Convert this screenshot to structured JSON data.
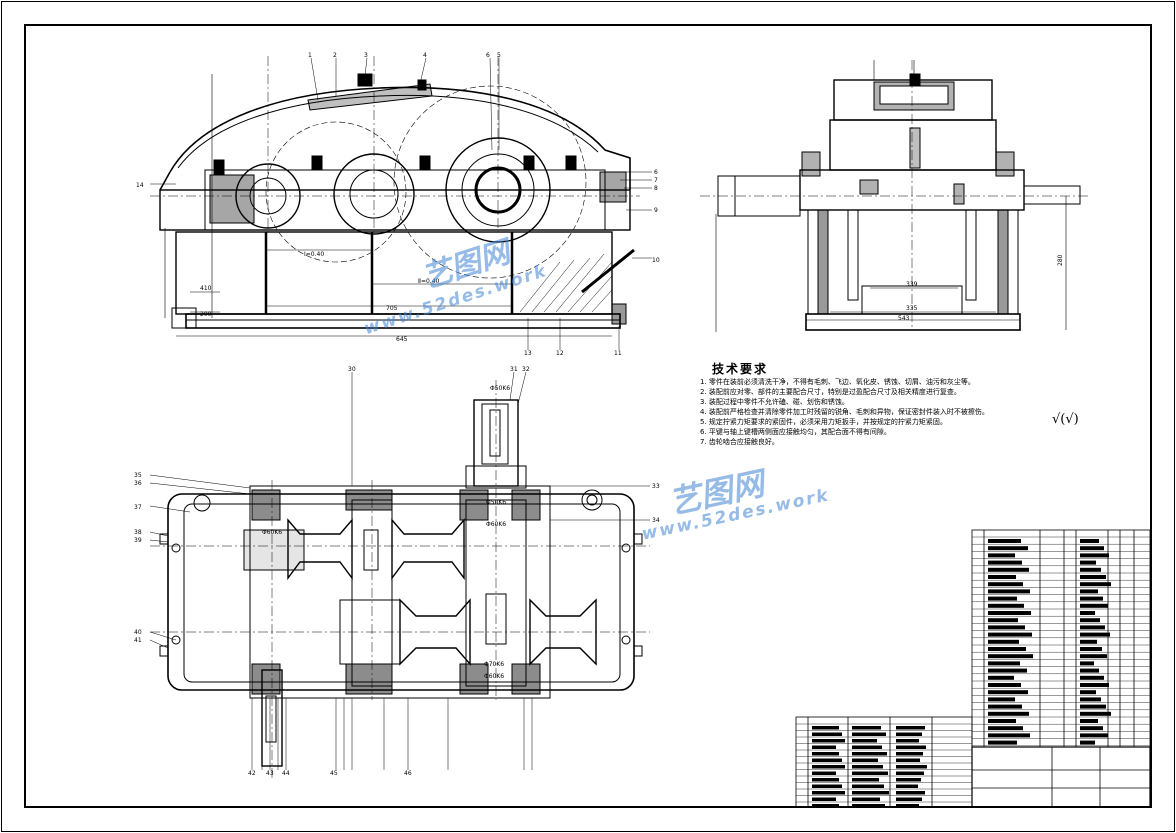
{
  "drawing": {
    "front_view_dims": [
      "Ⅰ=0.40",
      "Ⅱ=0.40",
      "705",
      "645",
      "410",
      "200"
    ],
    "side_view_dims": [
      "339",
      "335",
      "543",
      "280"
    ],
    "top_view_dims": [
      "Φ50K6",
      "Φ50K6",
      "Φ60K6",
      "Φ60K6",
      "Φ70K6",
      "Φ60K6"
    ],
    "front_callouts": [
      "1",
      "2",
      "3",
      "4",
      "6",
      "5",
      "6",
      "7",
      "8",
      "9",
      "10",
      "11",
      "12",
      "13",
      "14"
    ],
    "top_callouts": [
      "30",
      "31",
      "32",
      "33",
      "34",
      "35",
      "36",
      "37",
      "38",
      "39",
      "40",
      "41",
      "42",
      "43",
      "44",
      "45",
      "46"
    ]
  },
  "tech_requirements": {
    "title": "技术要求",
    "lines": [
      "1. 零件在装前必须清洗干净，不得有毛刺、飞边、氧化皮、锈蚀、切屑、油污和灰尘等。",
      "2. 装配前应对零、部件的主要配合尺寸，特别是过盈配合尺寸及相关精度进行复查。",
      "3. 装配过程中零件不允许磕、碰、划伤和锈蚀。",
      "4. 装配前严格检查并清除零件加工时残留的锐角、毛刺和异物，保证密封件装入时不被擦伤。",
      "5. 规定拧紧力矩要求的紧固件，必须采用力矩扳手，并按规定的拧紧力矩紧固。",
      "6. 平键与轴上键槽两侧面应接触均匀，其配合面不得有间隙。",
      "7. 齿轮啮合应接触良好。"
    ],
    "roughness": "√(√)"
  },
  "watermarks": {
    "brand": "艺图网",
    "url": "www.52des.work"
  }
}
